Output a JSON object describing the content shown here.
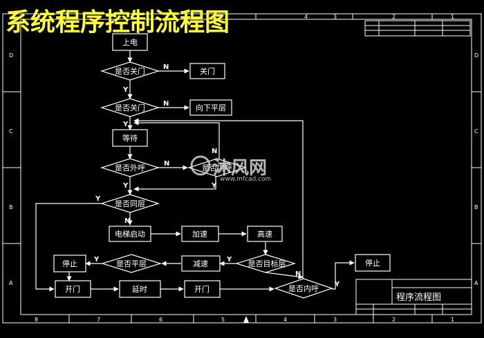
{
  "title": "系统程序控制流程图",
  "nodes": {
    "power_on": "上电",
    "door_closed_1": "是否关门",
    "close_door": "关门",
    "door_closed_2": "是否关门",
    "down_level": "向下平层",
    "wait": "等待",
    "outer_call": "是否外呼",
    "inner_call_q": "是否内呼",
    "same_floor": "是否同层",
    "elevator_start": "电梯启动",
    "accelerate": "加速",
    "high_speed": "高速",
    "target_floor": "是否目标层",
    "decelerate": "减速",
    "level_q": "是否平层",
    "stop_left": "停止",
    "open_door_1": "开门",
    "delay": "延时",
    "open_door_2": "开门",
    "inner_call": "是否内呼",
    "stop_right": "停止"
  },
  "labels": {
    "yes": "Y",
    "no": "N"
  },
  "frame": {
    "top_numbers": [
      "4",
      "3",
      "2",
      "1"
    ],
    "bottom_numbers": [
      "8",
      "7",
      "6",
      "5",
      "4",
      "3",
      "2",
      "1"
    ],
    "left_letters": [
      "D",
      "C",
      "B",
      "A"
    ],
    "right_letters": [
      "D",
      "C",
      "B",
      "A"
    ]
  },
  "title_block": {
    "name": "程序流程图"
  },
  "watermark": {
    "brand": "沐风网",
    "url": "www.mfcad.com"
  },
  "colors": {
    "background": "#000000",
    "title": "#ffff33",
    "lines": "#ffffff"
  }
}
